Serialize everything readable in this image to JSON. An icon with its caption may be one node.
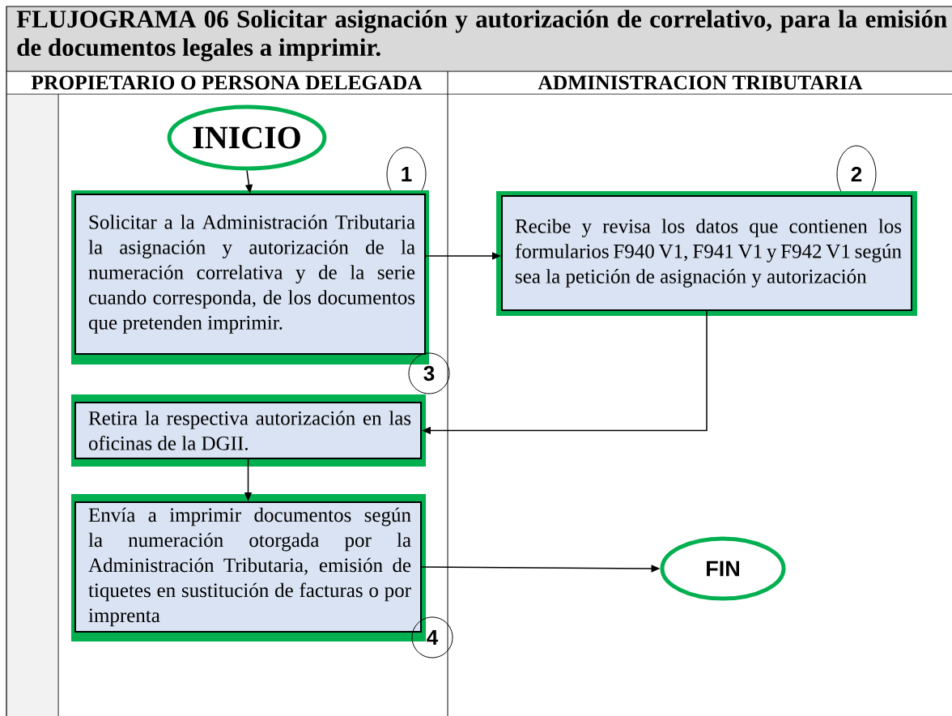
{
  "diagram": {
    "title": "FLUJOGRAMA 06 Solicitar asignación y autorización de correlativo, para la emisión de documentos legales a imprimir.",
    "nodes": [
      {
        "text": [
          "INICIO"
        ]
      },
      {
        "text": [
          "1"
        ]
      },
      {
        "text": [
          "Solicitar a la Administración Tributaria la asignación y autorización de la numeración correlativa y de la serie cuando corresponda, de los documentos que pretenden imprimir."
        ]
      },
      {
        "text": [
          "2"
        ]
      },
      {
        "text": [
          "Recibe y revisa los datos que contienen los formularios F940 V1, F941 V1 y F942 V1 según sea la petición de asignación y autorización"
        ]
      },
      {
        "text": [
          "3"
        ]
      },
      {
        "text": [
          "Retira la respectiva autorización en las oficinas de la DGII."
        ]
      },
      {
        "text": [
          "Envía a imprimir documentos según la numeración otorgada por la Administración Tributaria, emisión de tiquetes en sustitución de facturas o por imprenta"
        ]
      },
      {
        "text": [
          "4"
        ]
      },
      {
        "text": [
          "FIN"
        ]
      }
    ],
    "edges": [
      {
        "from": 0,
        "to": 2,
        "arrow": "to"
      },
      {
        "from": 2,
        "to": 4,
        "arrow": "to"
      },
      {
        "from": 4,
        "to": 6,
        "arrow": "to"
      },
      {
        "from": 6,
        "to": 7,
        "arrow": "to"
      },
      {
        "from": 7,
        "to": 9,
        "arrow": "to"
      }
    ],
    "labels": [
      "PROPIETARIO O PERSONA DELEGADA",
      "ADMINISTRACION TRIBUTARIA"
    ]
  }
}
